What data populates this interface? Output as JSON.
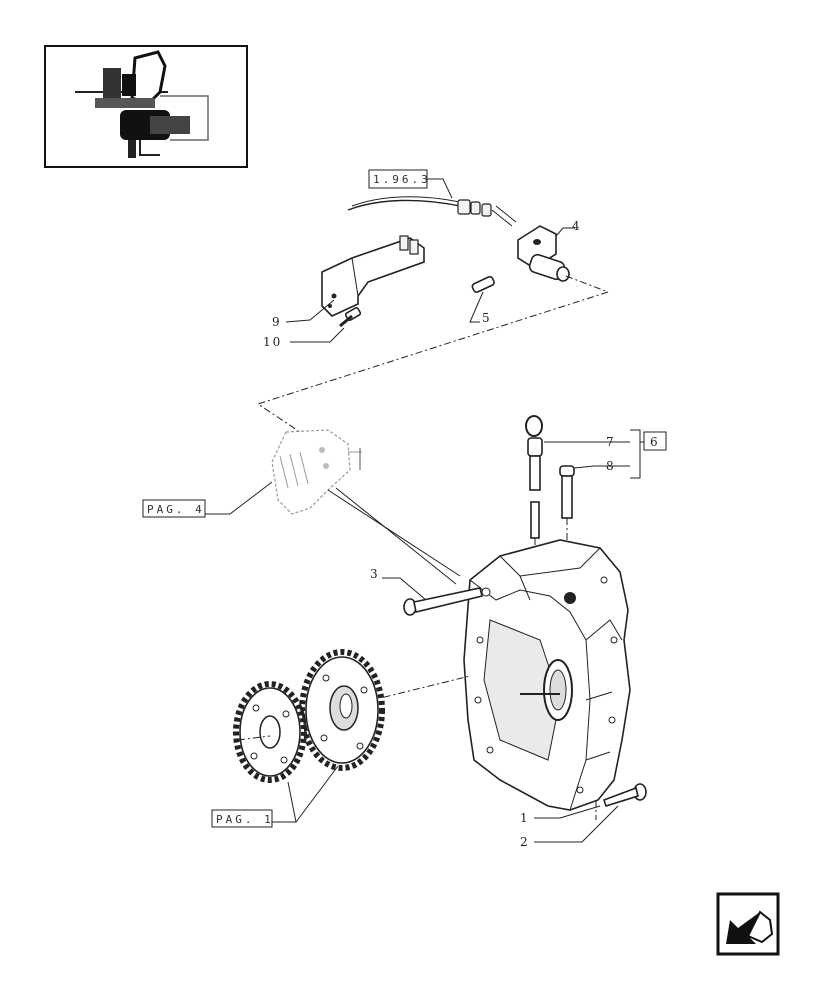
{
  "thumbnail": {
    "icon": "assembly-thumbnail-icon"
  },
  "references": {
    "r1963": "1.96.3",
    "pag4": "PAG. 4",
    "pag1": "PAG. 1",
    "kit6": "6"
  },
  "callouts": {
    "c1": "1",
    "c2": "2",
    "c3": "3",
    "c4": "4",
    "c5": "5",
    "c7": "7",
    "c8": "8",
    "c9": "9",
    "c10": "10"
  },
  "navigation": {
    "icon": "back-arrow-icon"
  }
}
